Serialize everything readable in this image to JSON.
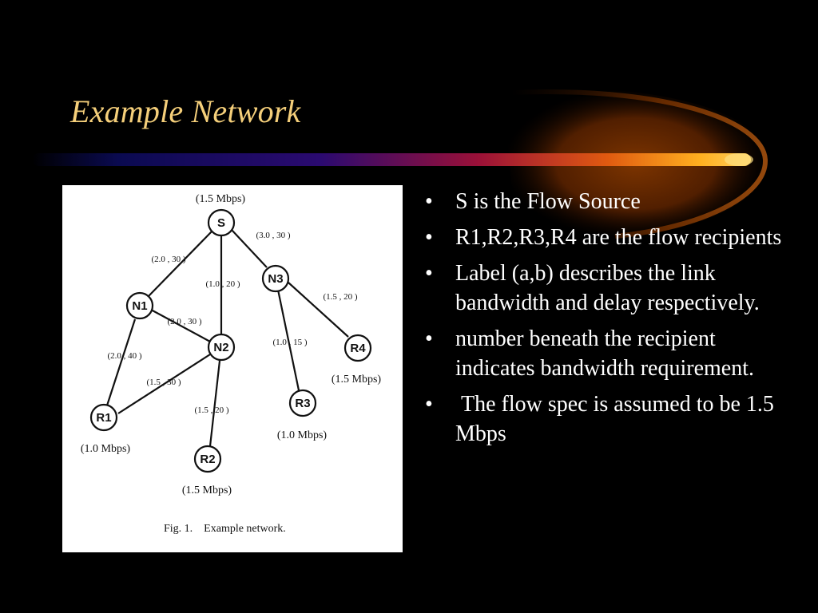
{
  "slide": {
    "title": "Example Network",
    "bullets": [
      "S is the Flow Source",
      "R1,R2,R3,R4 are the flow recipients",
      "Label (a,b) describes the link bandwidth and delay respectively.",
      "number beneath the recipient indicates bandwidth requirement.",
      " The flow spec is assumed to be 1.5 Mbps"
    ],
    "bullet_glyph": "•"
  },
  "figure": {
    "caption": "Fig. 1.    Example network.",
    "nodes": {
      "S": "S",
      "N1": "N1",
      "N2": "N2",
      "N3": "N3",
      "R1": "R1",
      "R2": "R2",
      "R3": "R3",
      "R4": "R4"
    },
    "bandwidth": {
      "S": "(1.5 Mbps)",
      "R1": "(1.0 Mbps)",
      "R2": "(1.5 Mbps)",
      "R3": "(1.0 Mbps)",
      "R4": "(1.5 Mbps)"
    },
    "edges": {
      "S_N1": "(2.0 , 30 )",
      "S_N2": "(1.0 , 20 )",
      "S_N3": "(3.0 , 30 )",
      "N1_N2": "(2.0 , 30 )",
      "N1_R1": "(2.0 , 40 )",
      "N2_R1": "(1.5 , 30 )",
      "N2_R2": "(1.5 , 20 )",
      "N3_R3": "(1.0 , 15 )",
      "N3_R4": "(1.5 , 20 )"
    }
  },
  "colors": {
    "background": "#000000",
    "title": "#f5cf7a",
    "text": "#ffffff",
    "swoosh": "#f0a020"
  }
}
